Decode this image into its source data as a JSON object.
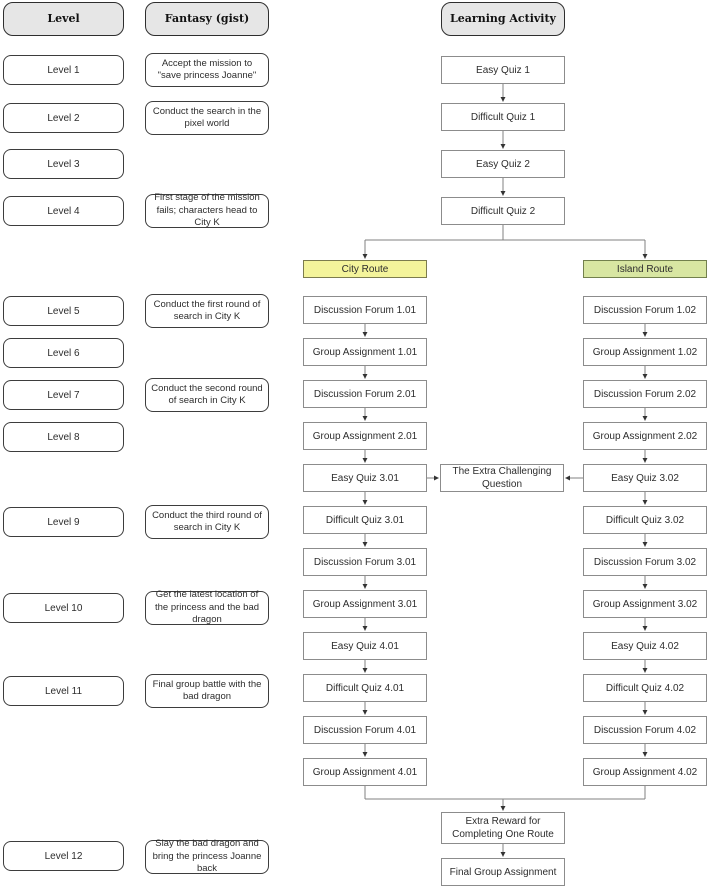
{
  "headers": {
    "level": "Level",
    "fantasy": "Fantasy (gist)",
    "activity": "Learning Activity"
  },
  "levels": [
    "Level 1",
    "Level 2",
    "Level 3",
    "Level 4",
    "Level 5",
    "Level 6",
    "Level 7",
    "Level 8",
    "Level 9",
    "Level 10",
    "Level 11",
    "Level 12"
  ],
  "fantasy": {
    "f1": "Accept the mission to \"save princess Joanne\"",
    "f2": "Conduct the search in the pixel world",
    "f4": "First stage of the mission fails; characters head to City K",
    "f5": "Conduct the first round of search in City K",
    "f7": "Conduct the second round of search in City K",
    "f9": "Conduct the third round of search in City K",
    "f10": "Get the latest location of the princess and the bad dragon",
    "f11": "Final group battle with the bad dragon",
    "f12": "Slay the bad dragon and bring the princess Joanne back"
  },
  "main_path": [
    "Easy Quiz 1",
    "Difficult Quiz 1",
    "Easy Quiz 2",
    "Difficult Quiz 2"
  ],
  "routes": {
    "city": {
      "label": "City Route",
      "fill": "#f4f49b"
    },
    "island": {
      "label": "Island Route",
      "fill": "#d8e6a2"
    }
  },
  "city_activities": [
    "Discussion Forum 1.01",
    "Group Assignment 1.01",
    "Discussion Forum 2.01",
    "Group Assignment 2.01",
    "Easy Quiz 3.01",
    "Difficult Quiz 3.01",
    "Discussion Forum 3.01",
    "Group Assignment 3.01",
    "Easy Quiz 4.01",
    "Difficult Quiz 4.01",
    "Discussion Forum 4.01",
    "Group Assignment 4.01"
  ],
  "island_activities": [
    "Discussion Forum 1.02",
    "Group Assignment 1.02",
    "Discussion Forum 2.02",
    "Group Assignment 2.02",
    "Easy Quiz 3.02",
    "Difficult Quiz 3.02",
    "Discussion Forum 3.02",
    "Group Assignment 3.02",
    "Easy Quiz 4.02",
    "Difficult Quiz 4.02",
    "Discussion Forum 4.02",
    "Group Assignment 4.02"
  ],
  "shared": {
    "extra_question": "The Extra Challenging Question",
    "extra_reward": "Extra Reward for Completing One Route",
    "final_assignment": "Final Group Assignment"
  },
  "colors": {
    "header_fill": "#e6e6e6",
    "route_city_fill": "#f4f49b",
    "route_island_fill": "#d8e6a2",
    "connector_line": "#808080",
    "arrowhead": "#333333"
  }
}
